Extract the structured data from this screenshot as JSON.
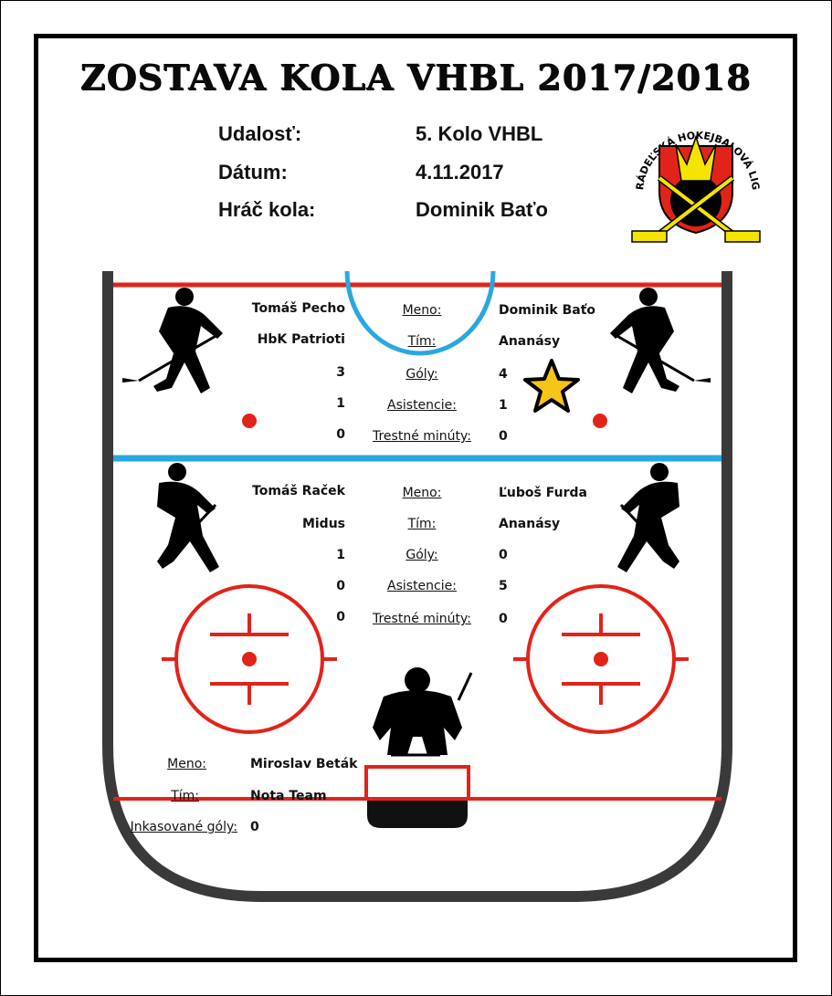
{
  "title": "ZOSTAVA KOLA VHBL 2017/2018",
  "header": {
    "event_label": "Udalosť:",
    "event_value": "5. Kolo VHBL",
    "date_label": "Dátum:",
    "date_value": "4.11.2017",
    "mvp_label": "Hráč kola:",
    "mvp_value": "Dominik Baťo"
  },
  "logo": {
    "text": "VRÁDEĽSKÁ HOKEJBALOVÁ LIGA",
    "icon": "crossed-sticks-crest-icon",
    "colors": {
      "red": "#e2231a",
      "black": "#000000",
      "yellow": "#f4e400"
    }
  },
  "labels": {
    "name": "Meno:",
    "team": "Tím:",
    "goals": "Góly:",
    "assists": "Asistencie:",
    "penalty": "Trestné minúty:",
    "conceded": "Inkasované góly:"
  },
  "forwards": {
    "left": {
      "name": "Tomáš Pecho",
      "team": "HbK Patrioti",
      "goals": "3",
      "assists": "1",
      "penalty": "0"
    },
    "right": {
      "name": "Dominik Baťo",
      "team": "Ananásy",
      "goals": "4",
      "assists": "1",
      "penalty": "0"
    }
  },
  "defense": {
    "left": {
      "name": "Tomáš Raček",
      "team": "Midus",
      "goals": "1",
      "assists": "0",
      "penalty": "0"
    },
    "right": {
      "name": "Ľuboš Furda",
      "team": "Ananásy",
      "goals": "0",
      "assists": "5",
      "penalty": "0"
    }
  },
  "goalie": {
    "name": "Miroslav Beták",
    "team": "Nota Team",
    "conceded": "0"
  },
  "colors": {
    "rink_red": "#e2231a",
    "rink_blue": "#29a8e0",
    "star_gold": "#f5c518"
  }
}
